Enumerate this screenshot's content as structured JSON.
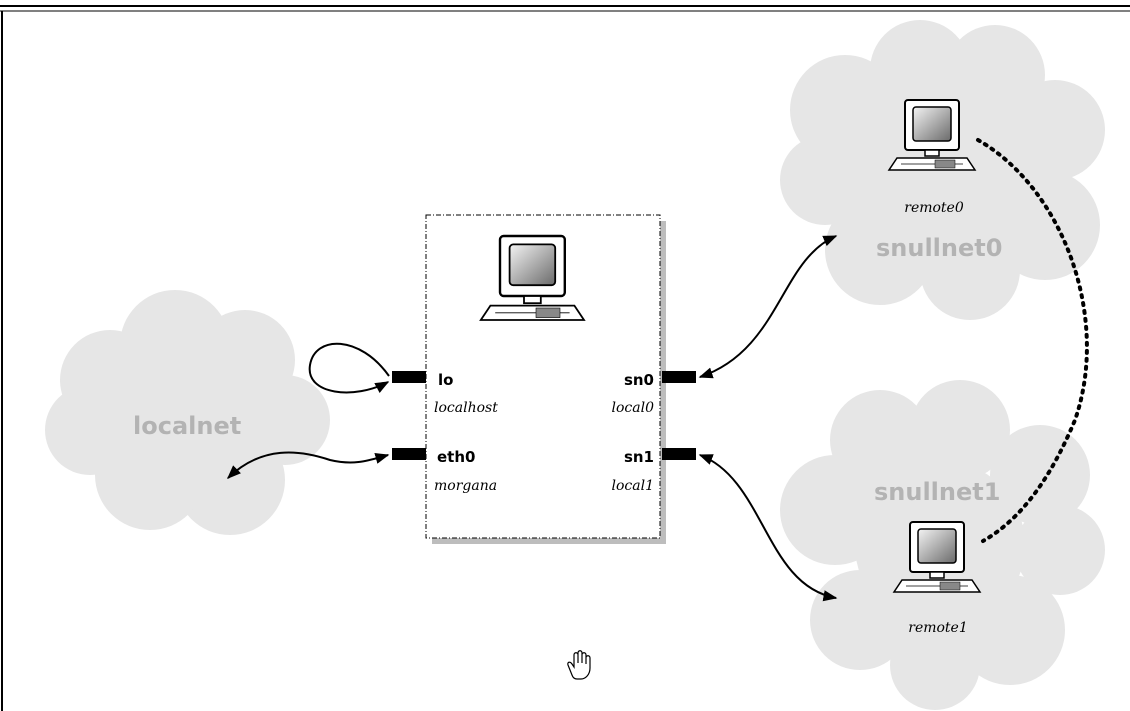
{
  "networks": {
    "localnet": "localnet",
    "snullnet0": "snullnet0",
    "snullnet1": "snullnet1"
  },
  "host": {
    "interfaces": {
      "lo": {
        "name": "lo",
        "hostname": "localhost"
      },
      "eth0": {
        "name": "eth0",
        "hostname": "morgana"
      },
      "sn0": {
        "name": "sn0",
        "hostname": "local0"
      },
      "sn1": {
        "name": "sn1",
        "hostname": "local1"
      }
    }
  },
  "remotes": {
    "remote0": "remote0",
    "remote1": "remote1"
  },
  "icons": {
    "cursor": "hand-cursor-icon",
    "computer": "computer-icon"
  },
  "colors": {
    "cloud_fill": "#e6e6e6",
    "cloud_label": "#b3b3b3",
    "ink": "#000000"
  }
}
